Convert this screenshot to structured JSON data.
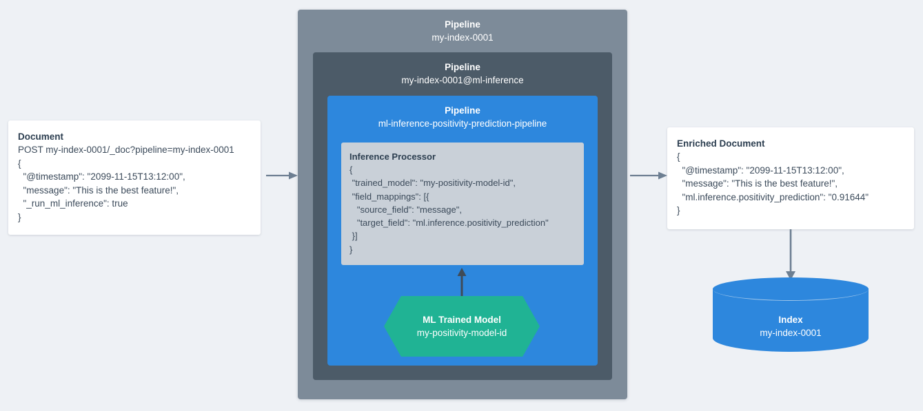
{
  "colors": {
    "background": "#eef1f5",
    "pipeline_outer": "#7d8b99",
    "pipeline_middle": "#4c5b68",
    "pipeline_inner": "#2d87dd",
    "processor_box": "#c9d0d8",
    "ml_model_green": "#20b394",
    "index_blue": "#2d87dd",
    "card_white": "#ffffff",
    "text_dark": "#2c3e50",
    "arrow_gray": "#6d7f92"
  },
  "document_card": {
    "title": "Document",
    "lines": [
      "POST my-index-0001/_doc?pipeline=my-index-0001",
      "{",
      "  \"@timestamp\": \"2099-11-15T13:12:00\",",
      "  \"message\": \"This is the best feature!\",",
      "  \"_run_ml_inference\": true",
      "}"
    ]
  },
  "pipeline_outer": {
    "kind": "Pipeline",
    "name": "my-index-0001"
  },
  "pipeline_middle": {
    "kind": "Pipeline",
    "name": "my-index-0001@ml-inference"
  },
  "pipeline_inner": {
    "kind": "Pipeline",
    "name": "ml-inference-positivity-prediction-pipeline"
  },
  "inference_processor": {
    "title": "Inference Processor",
    "lines": [
      "{",
      " \"trained_model\": \"my-positivity-model-id\",",
      " \"field_mappings\": [{",
      "   \"source_field\": \"message\",",
      "   \"target_field\": \"ml.inference.positivity_prediction\"",
      " }]",
      "}"
    ]
  },
  "ml_model": {
    "kind": "ML Trained Model",
    "name": "my-positivity-model-id"
  },
  "enriched_card": {
    "title": "Enriched Document",
    "lines": [
      "{",
      "  \"@timestamp\": \"2099-11-15T13:12:00\",",
      "  \"message\": \"This is the best feature!\",",
      "  \"ml.inference.positivity_prediction\": \"0.91644\"",
      "}"
    ]
  },
  "index": {
    "kind": "Index",
    "name": "my-index-0001"
  },
  "arrows": {
    "doc_to_pipeline": "arrow-right",
    "pipeline_to_enriched": "arrow-right",
    "enriched_to_index": "arrow-down",
    "model_to_processor": "arrow-up"
  }
}
